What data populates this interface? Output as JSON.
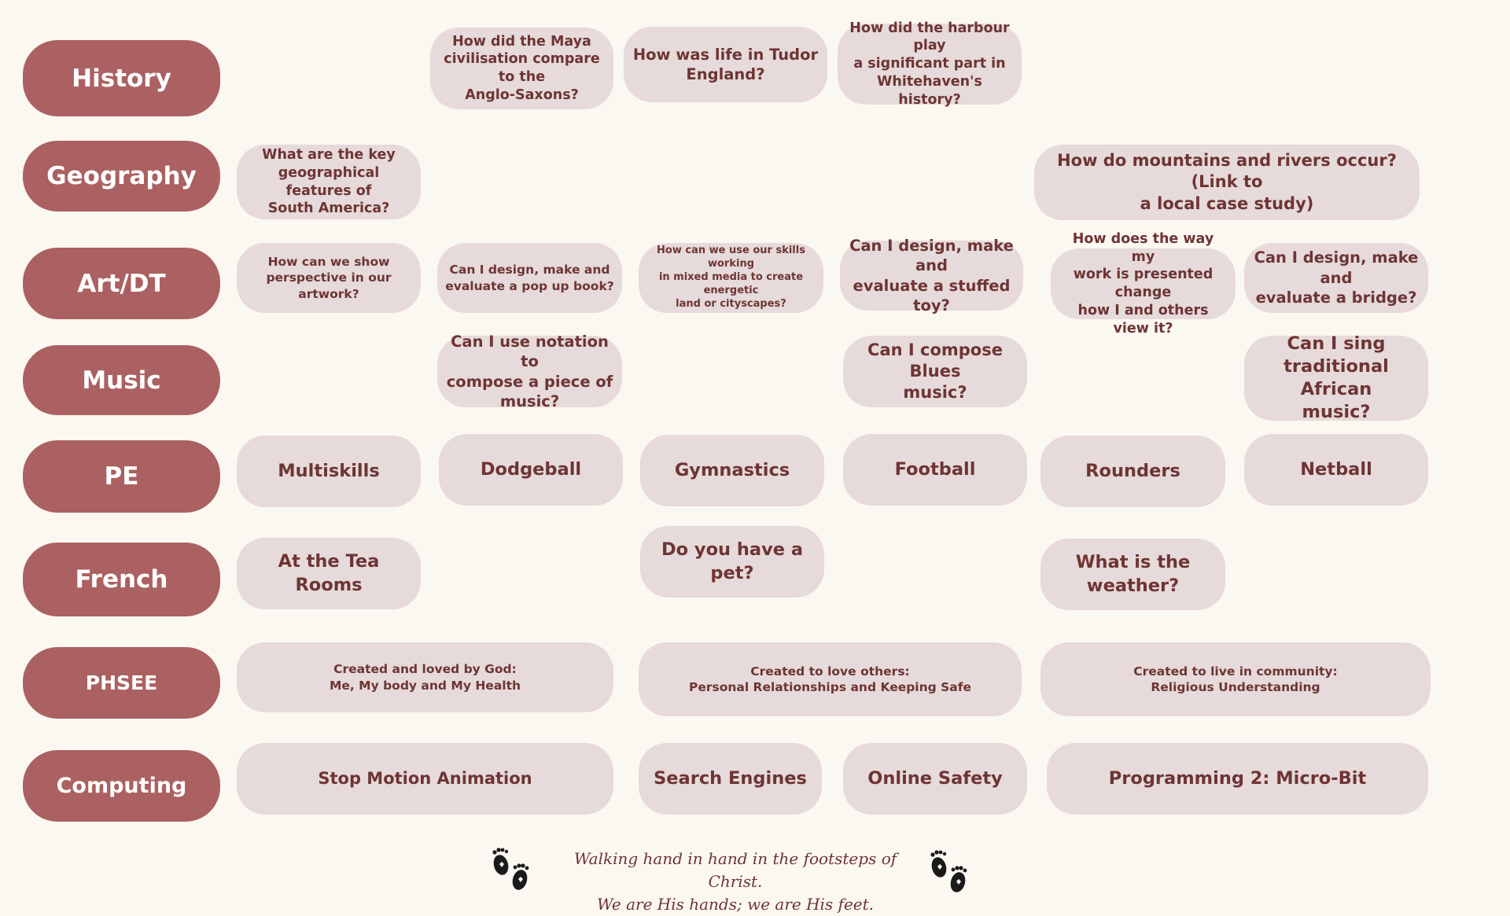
{
  "colors": {
    "background": "#fbf7f1",
    "subject_fill": "#ab6161",
    "topic_fill": "#e6dada",
    "topic_text": "#6e3434"
  },
  "subjects": {
    "history": "History",
    "geography": "Geography",
    "artdt": "Art/DT",
    "music": "Music",
    "pe": "PE",
    "french": "French",
    "phsee": "PHSEE",
    "computing": "Computing"
  },
  "history": {
    "maya": "How did the Maya\ncivilisation compare to the\nAnglo-Saxons?",
    "tudor": "How was life in Tudor\nEngland?",
    "harbour": "How did the harbour play\na significant part in\nWhitehaven's history?"
  },
  "geography": {
    "south_america": "What are the key\ngeographical features of\nSouth America?",
    "mountains": "How do mountains and rivers occur? (Link to\na local case study)"
  },
  "artdt": {
    "perspective": "How can we show\nperspective in our artwork?",
    "popup": "Can I design, make and\nevaluate a pop up book?",
    "mixed_media": "How can we use our skills working\nin mixed media to create energetic\nland or cityscapes?",
    "stuffed_toy": "Can I design, make and\nevaluate a stuffed toy?",
    "presented": "How does the way my\nwork is presented change\nhow I and others view it?",
    "bridge": "Can I design, make and\nevaluate a bridge?"
  },
  "music": {
    "notation": "Can I use notation to\ncompose a piece of\nmusic?",
    "blues": "Can I compose Blues\nmusic?",
    "african": "Can I sing\ntraditional African\nmusic?"
  },
  "pe": {
    "multiskills": "Multiskills",
    "dodgeball": "Dodgeball",
    "gymnastics": "Gymnastics",
    "football": "Football",
    "rounders": "Rounders",
    "netball": "Netball"
  },
  "french": {
    "tea_rooms": "At the Tea Rooms",
    "pet": "Do you have a pet?",
    "weather": "What is the\nweather?"
  },
  "phsee": {
    "loved_by_god": "Created and loved by God:\nMe, My body and My Health",
    "love_others": "Created to love others:\nPersonal Relationships and Keeping Safe",
    "community": "Created to live in community:\nReligious Understanding"
  },
  "computing": {
    "stop_motion": "Stop Motion Animation",
    "search": "Search Engines",
    "safety": "Online Safety",
    "programming": "Programming 2: Micro-Bit"
  },
  "footer": {
    "line1": "Walking hand in hand in the footsteps of Christ.",
    "line2": "We are His hands; we are His feet."
  },
  "icons": {
    "left": "footprints-icon",
    "right": "footprints-icon"
  }
}
